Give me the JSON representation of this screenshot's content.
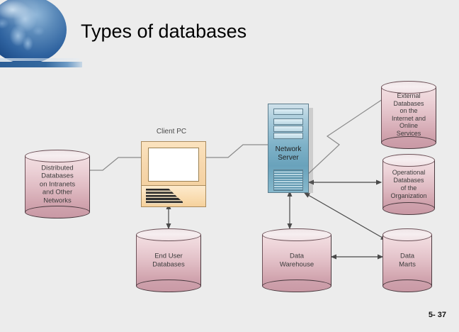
{
  "slide": {
    "title": "Types of databases",
    "page_number": "5- 37",
    "background_color": "#ececec",
    "accent_color": "#2b5e96"
  },
  "logo": {
    "name": "globe-logo",
    "color": "#2f63a0"
  },
  "diagram": {
    "nodes": {
      "client_pc": {
        "label": "Client PC"
      },
      "network_server": {
        "label": "Network\nServer",
        "line1": "Network",
        "line2": "Server",
        "color": "#7fb2c8"
      },
      "distributed": {
        "label": "Distributed Databases on Intranets and Other Networks",
        "lines": [
          "Distributed",
          "Databases",
          "on Intranets",
          "and Other",
          "Networks"
        ]
      },
      "external": {
        "label": "External Databases on the Internet and Online Services",
        "lines": [
          "External",
          "Databases",
          "on the",
          "Internet and",
          "Online",
          "Services"
        ]
      },
      "operational": {
        "label": "Operational Databases of the Organization",
        "lines": [
          "Operational",
          "Databases",
          "of the",
          "Organization"
        ]
      },
      "end_user": {
        "label": "End User Databases",
        "lines": [
          "End User",
          "Databases"
        ]
      },
      "data_warehouse": {
        "label": "Data Warehouse",
        "lines": [
          "Data",
          "Warehouse"
        ]
      },
      "data_marts": {
        "label": "Data Marts",
        "lines": [
          "Data",
          "Marts"
        ]
      }
    },
    "cylinder_color": "#e0bcc4",
    "connector_color": "#6b6b6b"
  }
}
